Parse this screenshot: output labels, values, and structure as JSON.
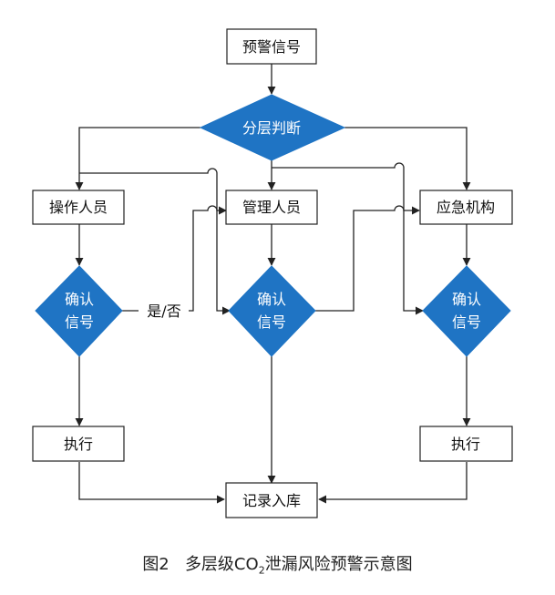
{
  "nodes": {
    "warning_signal": "预警信号",
    "layered_judgment": "分层判断",
    "operator": "操作人员",
    "manager": "管理人员",
    "emergency_agency": "应急机构",
    "confirm_line1": "确认",
    "confirm_line2": "信号",
    "execute": "执行",
    "record_store": "记录入库"
  },
  "edge_labels": {
    "yes_no": "是/否"
  },
  "caption": {
    "figure_no": "图2",
    "text_before": "多层级CO",
    "subscript": "2",
    "text_after": "泄漏风险预警示意图"
  }
}
